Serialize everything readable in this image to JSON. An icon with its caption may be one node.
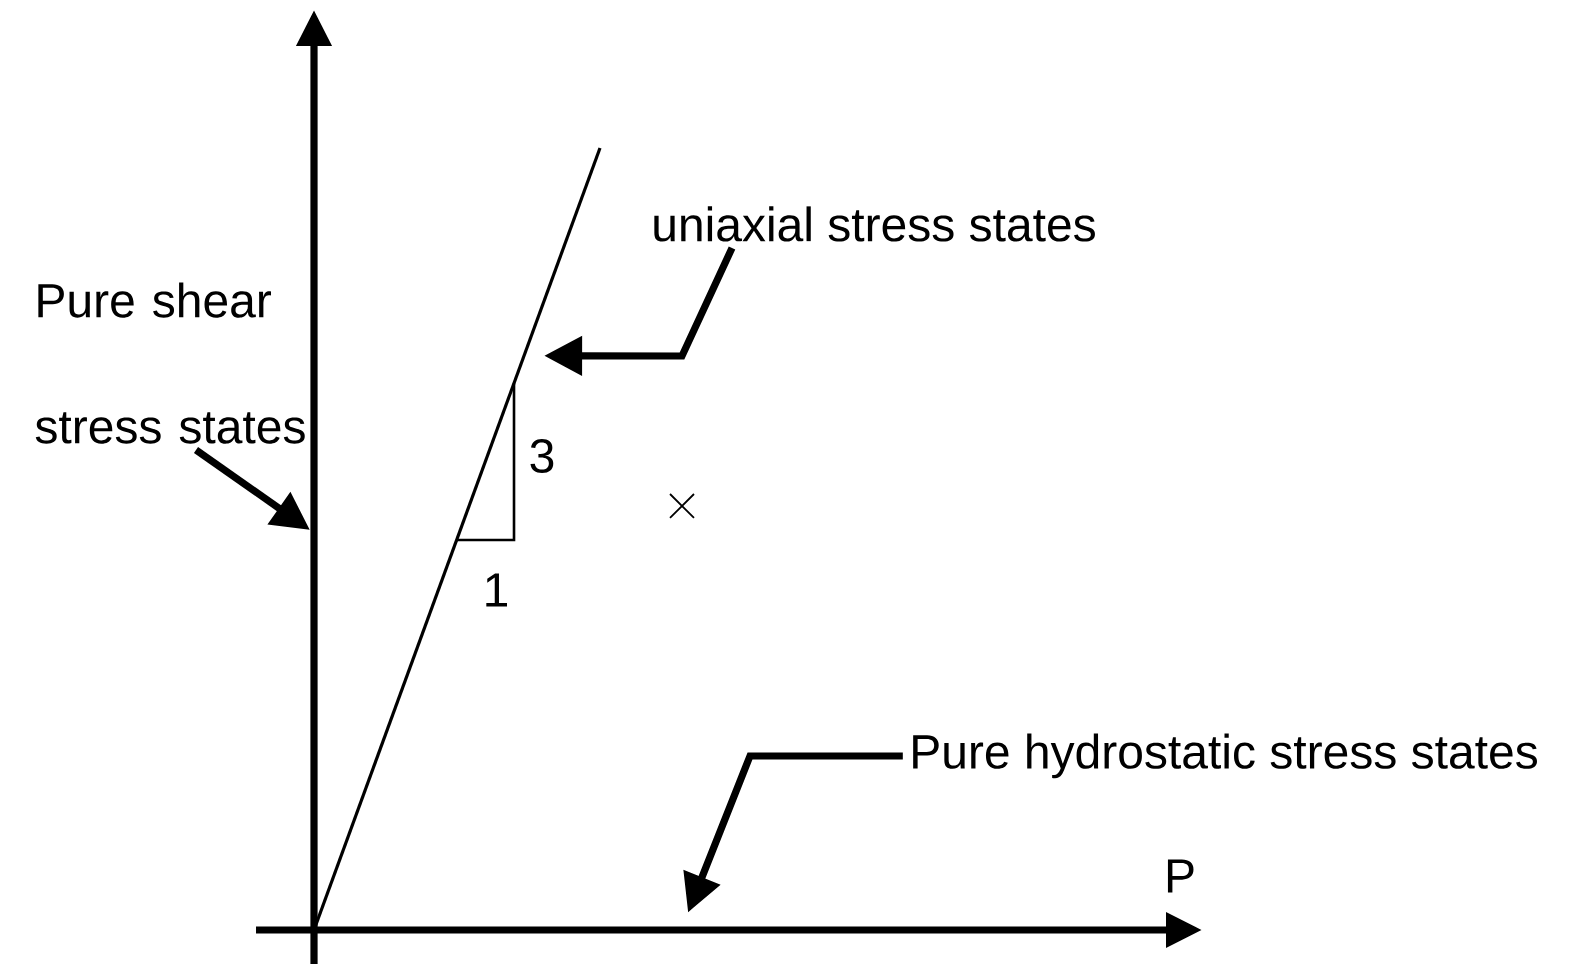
{
  "diagram": {
    "nodes": [
      {
        "text": [],
        "shape": "line"
      },
      {
        "text": [],
        "shape": "line"
      },
      {
        "text": [
          "uniaxial stress states"
        ]
      },
      {
        "text": [
          "Pure shear stress states"
        ]
      },
      {
        "text": [
          "Pure hydrostatic stress states"
        ]
      },
      {
        "text": [],
        "shape": "line",
        "beside": [
          "P"
        ]
      }
    ],
    "edges": [
      {
        "from": 2,
        "to": 1,
        "arrow": "to"
      },
      {
        "from": 3,
        "to": 0,
        "arrow": "to"
      },
      {
        "from": 4,
        "to": 5,
        "arrow": "to"
      }
    ],
    "labels": [
      "3",
      "1"
    ]
  }
}
